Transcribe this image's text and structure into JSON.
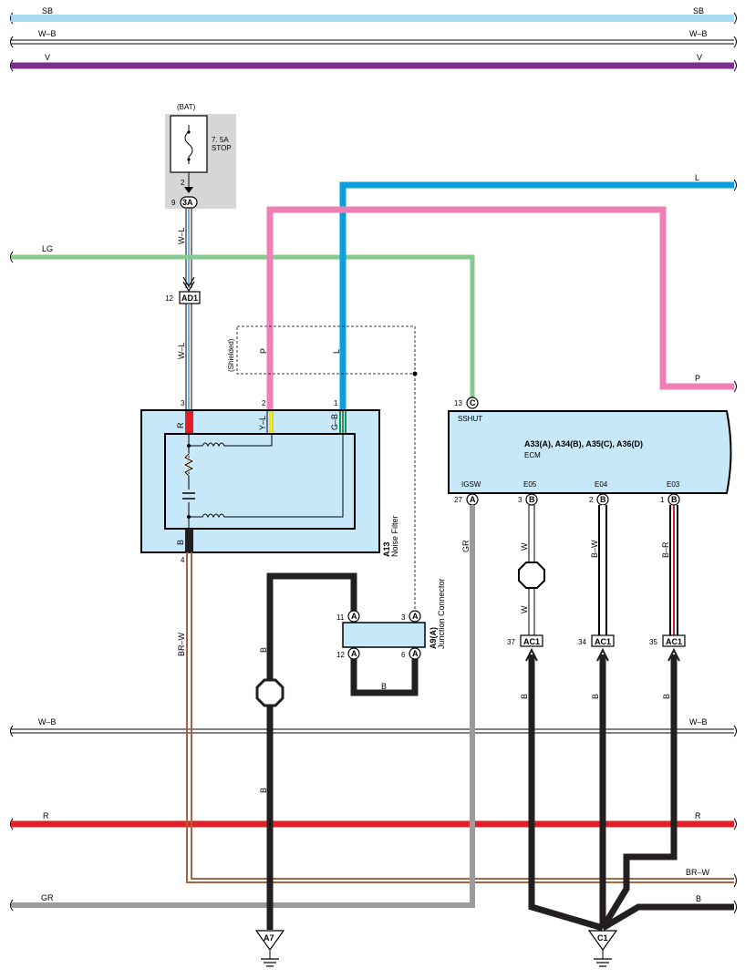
{
  "bus_wires": {
    "sb": {
      "left": "SB",
      "right": "SB",
      "color": "#a6dcf2"
    },
    "wb_top": {
      "left": "W–B",
      "right": "W–B"
    },
    "v": {
      "left": "V",
      "right": "V",
      "color": "#7b2e8e"
    },
    "lg": {
      "left": "LG",
      "color": "#86c88e"
    },
    "l": {
      "right": "L",
      "color": "#0aa0e0"
    },
    "p": {
      "right": "P",
      "color": "#f07fb6"
    },
    "wb_bottom": {
      "left": "W–B",
      "right": "W–B"
    },
    "r": {
      "left": "R",
      "right": "R",
      "color": "#e01f26"
    },
    "brw": {
      "right": "BR–W",
      "color": "#a8643c"
    },
    "gr": {
      "left": "GR",
      "color": "#9b9b9b"
    },
    "b": {
      "right": "B",
      "color": "#231f20"
    }
  },
  "fuse": {
    "supply": "(BAT)",
    "rating": "7. 5A",
    "name": "STOP",
    "pin_bottom": "2",
    "connector_pin": "9",
    "connector_id": "3A"
  },
  "wire_labels": {
    "wl_upper": "W–L",
    "wl_lower": "W–L",
    "p_shielded": "P",
    "l_shielded": "L",
    "shielded": "(Shielded)",
    "y_l": "Y–L",
    "g_b": "G–B",
    "r_pin": "R",
    "b_pin": "B",
    "br_w": "BR–W",
    "b_left_upper": "B",
    "b_left_lower": "B",
    "b_junction_loop": "B",
    "gr_vertical": "GR",
    "w_upper": "W",
    "w_lower": "W",
    "b_w": "B–W",
    "b_r": "B–R",
    "b_ac1_37": "B",
    "b_ac1_34": "B",
    "b_ac1_35": "B"
  },
  "junction_ad1": {
    "pin": "12",
    "id": "AD1"
  },
  "noise_filter": {
    "id": "A13",
    "name": "Noise Filter",
    "pin_3": "3",
    "pin_2": "2",
    "pin_1": "1",
    "pin_4": "4"
  },
  "junction_connector": {
    "id": "A9(A)",
    "name": "Junction Connector",
    "pins": {
      "p11": "11",
      "p3": "3",
      "p12": "12",
      "p6": "6"
    },
    "letter": "A"
  },
  "ecm": {
    "pin_13": "13",
    "pin_13_letter": "C",
    "sshut": "SSHUT",
    "connectors": "A33(A), A34(B), A35(C), A36(D)",
    "name": "ECM",
    "terminals": [
      {
        "name": "IGSW",
        "pin": "27",
        "letter": "A"
      },
      {
        "name": "E05",
        "pin": "3",
        "letter": "B"
      },
      {
        "name": "E04",
        "pin": "2",
        "letter": "B"
      },
      {
        "name": "E03",
        "pin": "1",
        "letter": "B"
      }
    ]
  },
  "ac1_connectors": [
    {
      "pin": "37",
      "id": "AC1"
    },
    {
      "pin": "34",
      "id": "AC1"
    },
    {
      "pin": "35",
      "id": "AC1"
    }
  ],
  "grounds": {
    "left": "A7",
    "right": "C1"
  }
}
